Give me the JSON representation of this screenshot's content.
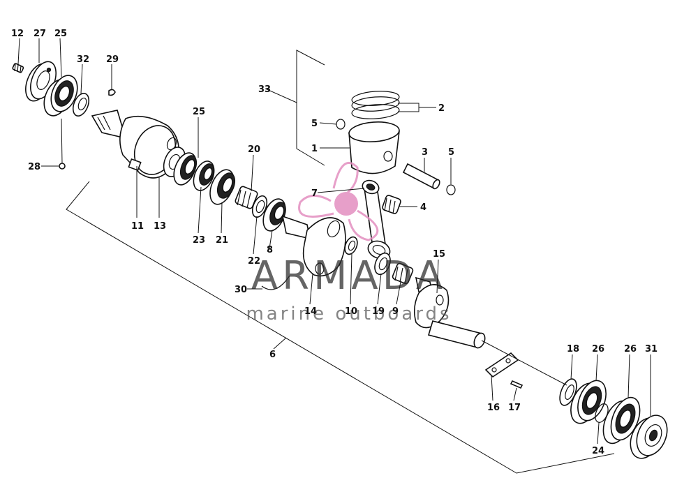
{
  "watermark": {
    "brand": "ARMADA",
    "tagline": "marine outboards",
    "logo_color": "#e38fc0"
  },
  "labels": {
    "p1": "1",
    "p2": "2",
    "p3": "3",
    "p4": "4",
    "p5a": "5",
    "p5b": "5",
    "p6": "6",
    "p7": "7",
    "p8": "8",
    "p9": "9",
    "p10": "10",
    "p11": "11",
    "p12": "12",
    "p13": "13",
    "p14": "14",
    "p15": "15",
    "p16": "16",
    "p17": "17",
    "p18": "18",
    "p19": "19",
    "p20": "20",
    "p21": "21",
    "p22": "22",
    "p23": "23",
    "p24": "24",
    "p25a": "25",
    "p25b": "25",
    "p26a": "26",
    "p26b": "26",
    "p27": "27",
    "p28": "28",
    "p29": "29",
    "p30": "30",
    "p31": "31",
    "p32": "32",
    "p33": "33"
  }
}
